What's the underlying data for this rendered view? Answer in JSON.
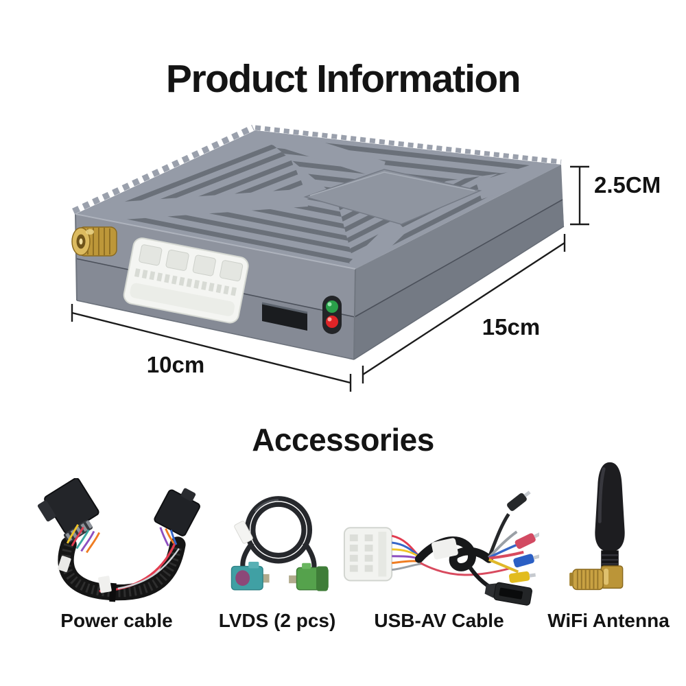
{
  "header": {
    "title": "Product Information"
  },
  "product": {
    "dimensions": {
      "height": "2.5CM",
      "length": "15cm",
      "width": "10cm"
    }
  },
  "accessories": {
    "heading": "Accessories",
    "items": [
      {
        "label": "Power cable",
        "icon": "power-cable-icon"
      },
      {
        "label": "LVDS (2 pcs)",
        "icon": "lvds-cable-icon"
      },
      {
        "label": "USB-AV Cable",
        "icon": "usb-av-cable-icon"
      },
      {
        "label": "WiFi Antenna",
        "icon": "wifi-antenna-icon"
      }
    ]
  },
  "device": {
    "indicators": [
      {
        "name": "green-led",
        "color": "#2aa04a"
      },
      {
        "name": "red-led",
        "color": "#df2427"
      }
    ],
    "colors": {
      "top": "#959ba7",
      "front": "#8e939e",
      "side": "#7d838d",
      "antenna_gold": "#bd9739",
      "connector_white": "#f4f5f2"
    }
  },
  "page": {
    "background": "#ffffff",
    "text": "#141414"
  }
}
